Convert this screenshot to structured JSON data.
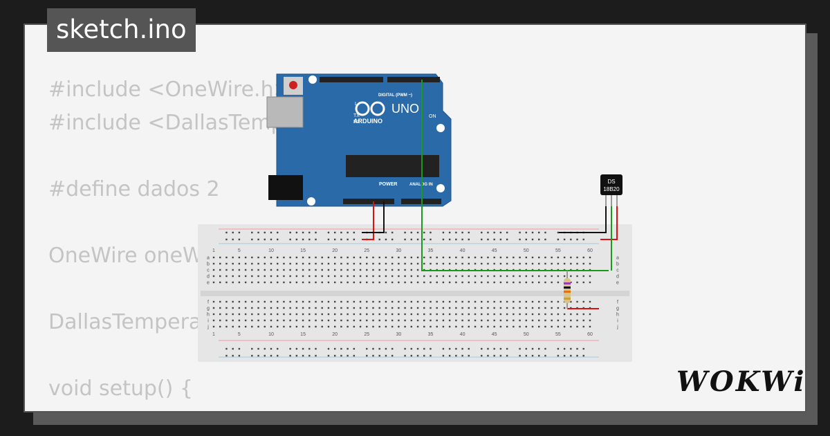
{
  "title": "sketch.ino",
  "code_lines": [
    "#include <OneWire.h>",
    "#include <DallasTemp",
    "",
    "#define dados 2",
    "",
    "OneWire oneW",
    "",
    "DallasTempera",
    "",
    "void setup() {"
  ],
  "arduino": {
    "model_label": "UNO",
    "brand_label": "ARDUINO",
    "digital_label": "DIGITAL (PWM ~)",
    "power_label": "POWER",
    "analog_label": "ANALOG IN",
    "on_label": "ON",
    "tx_label": "TX",
    "rx_label": "RX",
    "l_label": "L"
  },
  "sensor": {
    "label_top": "DS",
    "label_bottom": "18B20"
  },
  "breadboard": {
    "column_numbers": [
      "1",
      "5",
      "10",
      "15",
      "20",
      "25",
      "30",
      "35",
      "40",
      "45",
      "50",
      "55",
      "60"
    ],
    "rows_top": [
      "a",
      "b",
      "c",
      "d",
      "e"
    ],
    "rows_bottom": [
      "f",
      "g",
      "h",
      "i",
      "j"
    ]
  },
  "brand_logo": "WOKWi",
  "colors": {
    "background": "#1c1c1c",
    "card": "#f4f4f4",
    "board_blue": "#2a6aa8",
    "wire_green": "#1a9a1a",
    "wire_red": "#e01010",
    "wire_black": "#111111"
  }
}
